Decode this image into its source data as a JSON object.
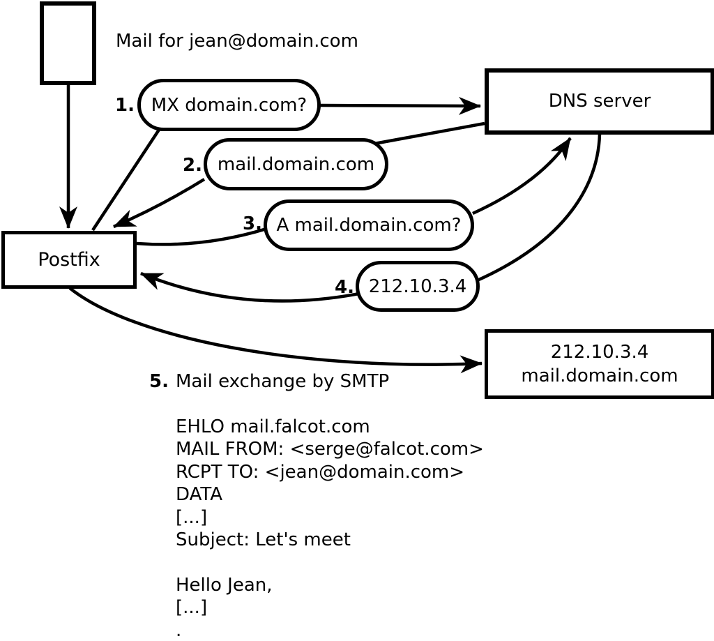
{
  "note": "Mail for jean@domain.com",
  "nodes": {
    "postfix": "Postfix",
    "dns": "DNS server",
    "target_line1": "212.10.3.4",
    "target_line2": "mail.domain.com"
  },
  "steps": [
    {
      "num": "1.",
      "label": "MX domain.com?"
    },
    {
      "num": "2.",
      "label": "mail.domain.com"
    },
    {
      "num": "3.",
      "label": "A mail.domain.com?"
    },
    {
      "num": "4.",
      "label": "212.10.3.4"
    },
    {
      "num": "5.",
      "label": "Mail exchange by SMTP"
    }
  ],
  "smtp_session": "EHLO mail.falcot.com\nMAIL FROM: <serge@falcot.com>\nRCPT TO: <jean@domain.com>\nDATA\n[...]\nSubject: Let's meet\n\nHello Jean,\n[...]\n."
}
